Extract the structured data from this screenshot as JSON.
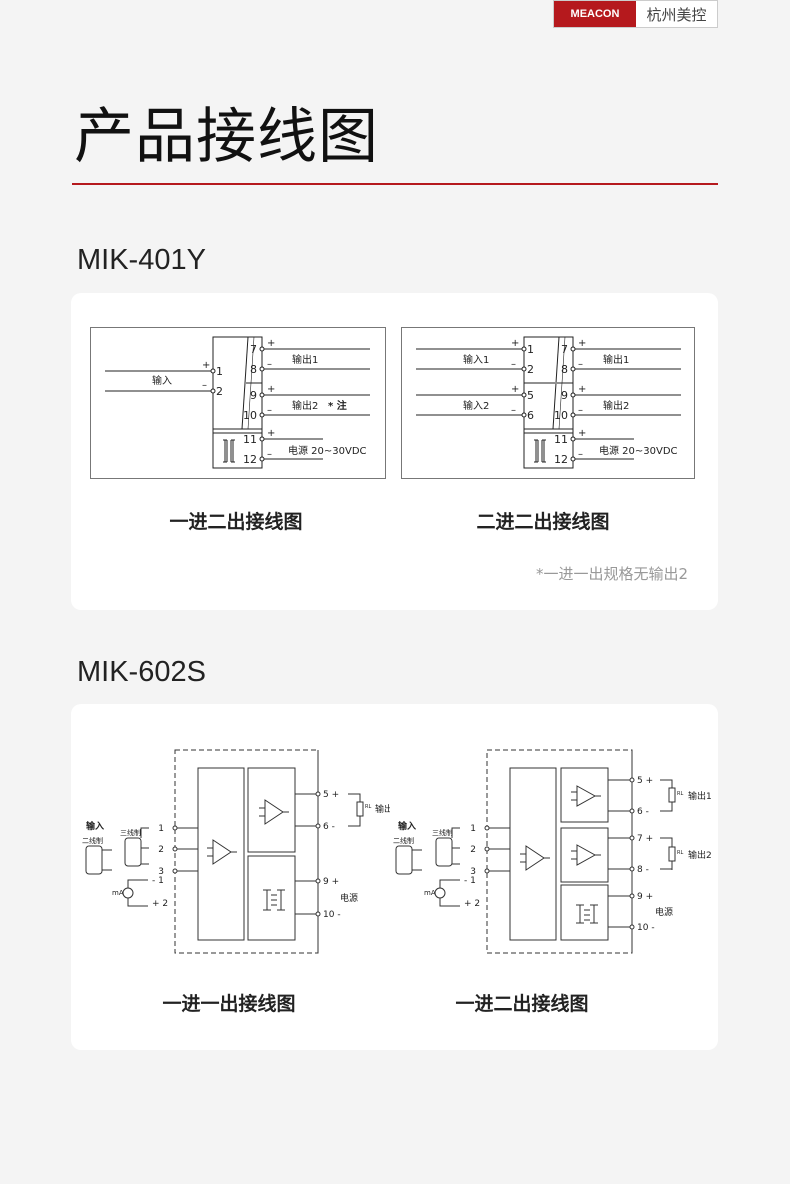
{
  "header": {
    "brand_logo": "MEACON",
    "brand_cn": "杭州美控"
  },
  "page_title": "产品接线图",
  "accent_color": "#b5191d",
  "sections": [
    {
      "model": "MIK-401Y",
      "diagrams": [
        {
          "caption": "一进二出接线图",
          "input": "输入",
          "output1": "输出1",
          "output2": "输出2",
          "note_mark": "* 注",
          "power": "电源 20~30VDC",
          "left_terminals": [
            "1",
            "2"
          ],
          "right_terminals": [
            "7",
            "8",
            "9",
            "10",
            "11",
            "12"
          ]
        },
        {
          "caption": "二进二出接线图",
          "input1": "输入1",
          "input2": "输入2",
          "output1": "输出1",
          "output2": "输出2",
          "power": "电源 20~30VDC",
          "left_terminals": [
            "1",
            "2",
            "5",
            "6"
          ],
          "right_terminals": [
            "7",
            "8",
            "9",
            "10",
            "11",
            "12"
          ]
        }
      ],
      "note": "*一进一出规格无输出2"
    },
    {
      "model": "MIK-602S",
      "diagrams": [
        {
          "caption": "一进一出接线图",
          "input": "输入",
          "two_wire": "二线制",
          "three_wire": "三线制",
          "ma": "mA",
          "output": "输出",
          "power": "电源",
          "rl": "RL",
          "left_terminals": [
            "1",
            "2",
            "3"
          ],
          "ma_terminals": [
            "- 1",
            "+ 2"
          ],
          "right_terminals": [
            "5 +",
            "6 -",
            "9 +",
            "10 -"
          ]
        },
        {
          "caption": "一进二出接线图",
          "input": "输入",
          "two_wire": "二线制",
          "three_wire": "三线制",
          "ma": "mA",
          "output1": "输出1",
          "output2": "输出2",
          "power": "电源",
          "rl": "RL",
          "left_terminals": [
            "1",
            "2",
            "3"
          ],
          "ma_terminals": [
            "- 1",
            "+ 2"
          ],
          "right_terminals": [
            "5 +",
            "6 -",
            "7 +",
            "8 -",
            "9 +",
            "10 -"
          ]
        }
      ]
    }
  ]
}
